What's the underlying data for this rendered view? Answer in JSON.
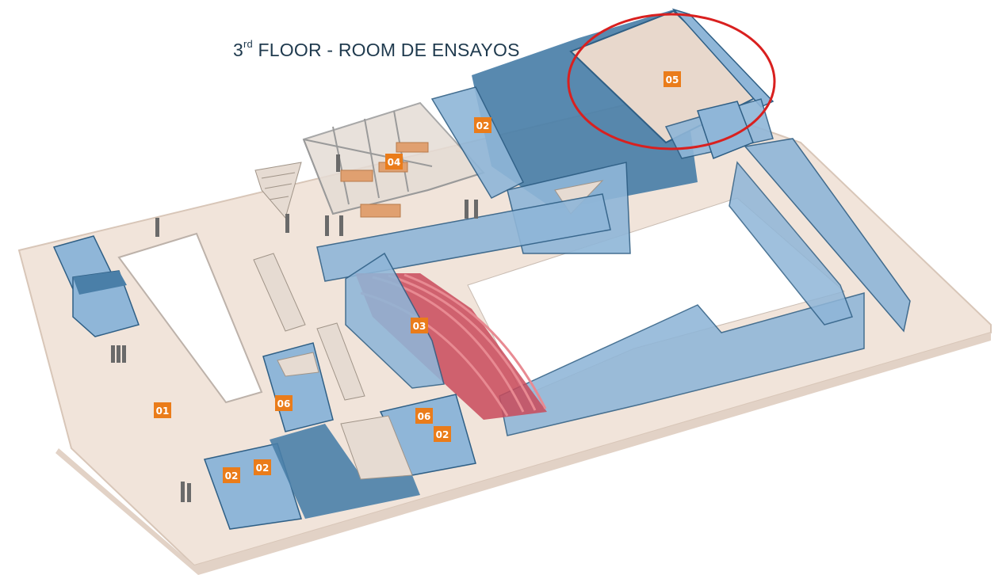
{
  "title": {
    "prefix": "3",
    "sup": "rd",
    "rest": " FLOOR - ROOM DE ENSAYOS"
  },
  "colors": {
    "floor": "#f1e4da",
    "floor_edge": "#d8c6b8",
    "room_fill": "#8fb6d8",
    "room_dark": "#4a7fa8",
    "wall_line": "#2f5f85",
    "seat_red": "#c94a5a",
    "label_bg": "#ea7c1a",
    "highlight": "#d9201f",
    "title_text": "#1f3a4e",
    "figure": "#6a6a6a"
  },
  "labels": {
    "l01": "01",
    "l02a": "02",
    "l02b": "02",
    "l02c": "02",
    "l02d": "02",
    "l03": "03",
    "l04": "04",
    "l05": "05",
    "l06a": "06",
    "l06b": "06"
  },
  "highlight_room": "05"
}
